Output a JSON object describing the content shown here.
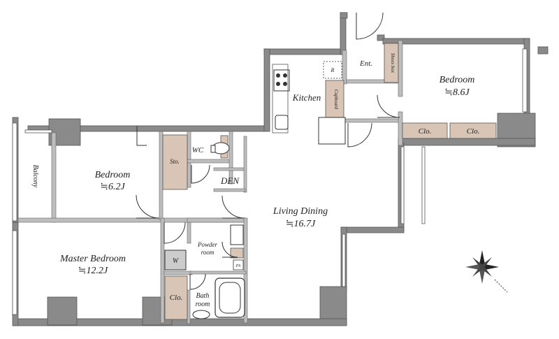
{
  "rooms": {
    "bedroom_east": {
      "name": "Bedroom",
      "area": "≒8.6J"
    },
    "bedroom_west": {
      "name": "Bedroom",
      "area": "≒6.2J"
    },
    "master_bedroom": {
      "name": "Master Bedroom",
      "area": "≒12.2J"
    },
    "living_dining": {
      "name": "Living Dining",
      "area": "≒16.7J"
    },
    "kitchen": {
      "name": "Kitchen"
    },
    "entrance": {
      "name": "Ent."
    },
    "den": {
      "name": "DEN"
    },
    "wc": {
      "name": "WC"
    },
    "powder_room": {
      "name": "Powder room"
    },
    "bath_room": {
      "name": "Bath room"
    },
    "balcony": {
      "name": "Balcony"
    }
  },
  "fixtures": {
    "shoes_box": "Shoes box",
    "cupboard": "Cupboard",
    "refrigerator": "R",
    "storage": "Sto.",
    "closet": "Clo.",
    "washer": "W",
    "pipe_space": "PS"
  }
}
